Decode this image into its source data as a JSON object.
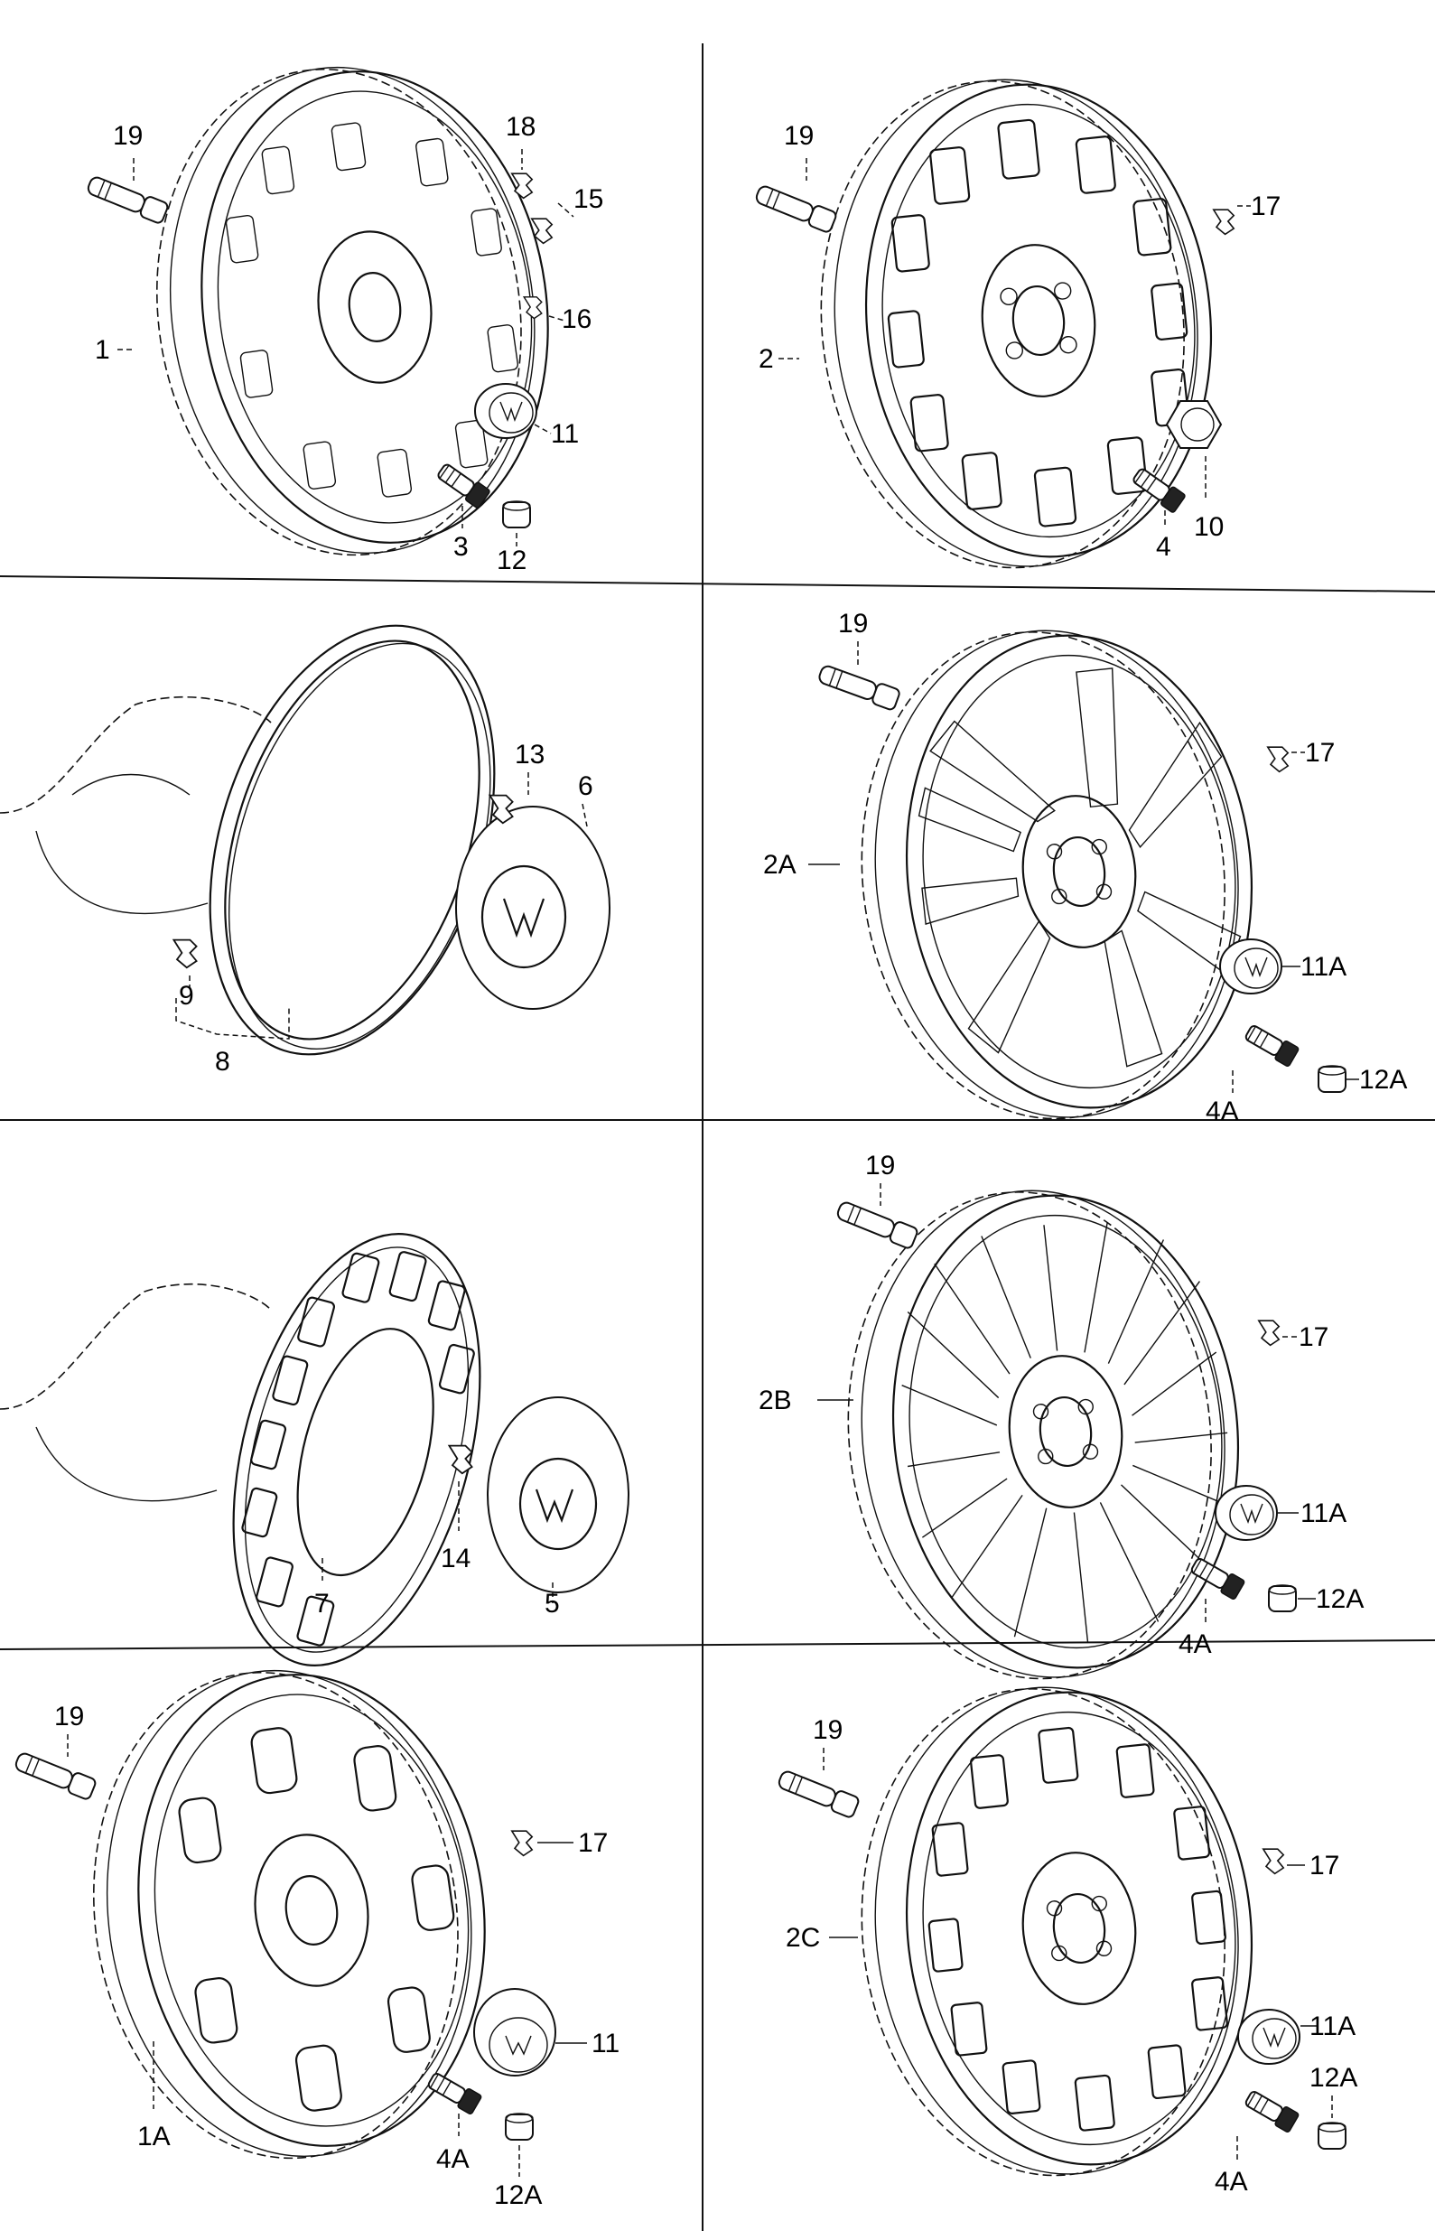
{
  "panels": [
    {
      "id": "p1",
      "labels": [
        "19",
        "18",
        "15",
        "1",
        "16",
        "11",
        "3",
        "12"
      ]
    },
    {
      "id": "p2",
      "labels": [
        "19",
        "17",
        "2",
        "10",
        "4"
      ]
    },
    {
      "id": "p3",
      "labels": [
        "13",
        "6",
        "9",
        "8"
      ]
    },
    {
      "id": "p4",
      "labels": [
        "19",
        "17",
        "2A",
        "11A",
        "4A",
        "12A"
      ]
    },
    {
      "id": "p5",
      "labels": [
        "7",
        "14",
        "5"
      ]
    },
    {
      "id": "p6",
      "labels": [
        "19",
        "17",
        "2B",
        "11A",
        "4A",
        "12A"
      ]
    },
    {
      "id": "p7",
      "labels": [
        "19",
        "17",
        "11",
        "1A",
        "4A",
        "12A"
      ]
    },
    {
      "id": "p8",
      "labels": [
        "19",
        "17",
        "2C",
        "11A",
        "4A",
        "12A"
      ]
    }
  ]
}
